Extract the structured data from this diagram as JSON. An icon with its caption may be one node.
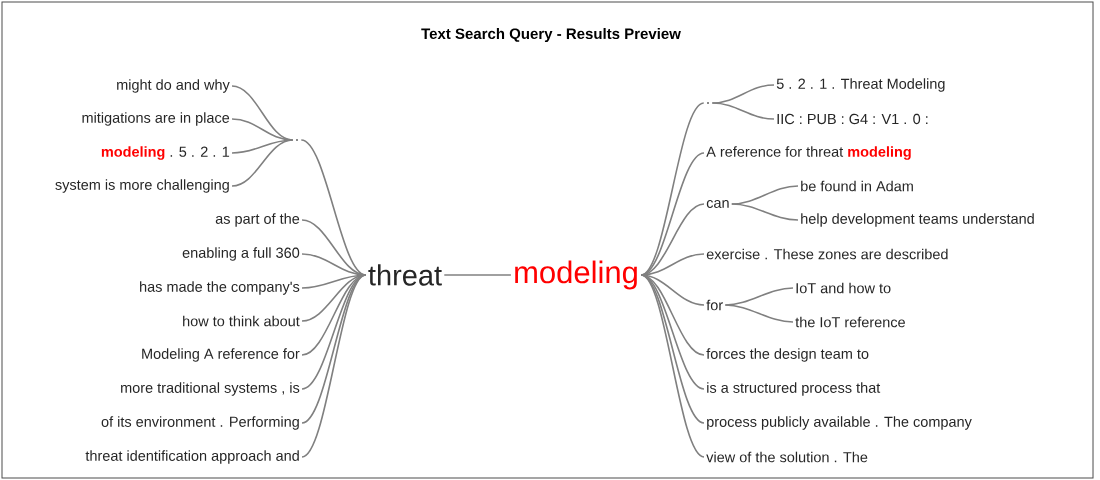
{
  "diagram": {
    "title": "Text Search Query - Results Preview",
    "nodes": [
      {
        "text": [
          "."
        ]
      },
      {
        "text": [
          "might do and why"
        ]
      },
      {
        "text": [
          "mitigations are in place"
        ]
      },
      {
        "text": [
          "**modeling** . 5 . 2 . 1"
        ]
      },
      {
        "text": [
          "system is more challenging"
        ]
      },
      {
        "text": [
          "as part of the"
        ]
      },
      {
        "text": [
          "enabling a full 360"
        ]
      },
      {
        "text": [
          "has made the company's"
        ]
      },
      {
        "text": [
          "how to think about"
        ]
      },
      {
        "text": [
          "Modeling A reference for"
        ]
      },
      {
        "text": [
          "more traditional systems , is"
        ]
      },
      {
        "text": [
          "of its environment . Performing"
        ]
      },
      {
        "text": [
          "threat identification approach and"
        ]
      },
      {
        "text": [
          "threat"
        ]
      },
      {
        "text": [
          "modeling"
        ]
      },
      {
        "text": [
          "."
        ]
      },
      {
        "text": [
          "5 . 2 . 1 . Threat Modeling"
        ]
      },
      {
        "text": [
          "IIC : PUB : G4 : V1 . 0 :"
        ]
      },
      {
        "text": [
          "A reference for threat **modeling**"
        ]
      },
      {
        "text": [
          "can"
        ]
      },
      {
        "text": [
          "be found in Adam"
        ]
      },
      {
        "text": [
          "help development teams understand"
        ]
      },
      {
        "text": [
          "exercise . These zones are described"
        ]
      },
      {
        "text": [
          "for"
        ]
      },
      {
        "text": [
          "IoT and how to"
        ]
      },
      {
        "text": [
          "the IoT reference"
        ]
      },
      {
        "text": [
          "forces the design team to"
        ]
      },
      {
        "text": [
          "is a structured process that"
        ]
      },
      {
        "text": [
          "process publicly available . The company"
        ]
      },
      {
        "text": [
          "view of the solution . The"
        ]
      }
    ],
    "edges": [
      {
        "from": 13,
        "to": 0,
        "arrow": "none"
      },
      {
        "from": 0,
        "to": 1,
        "arrow": "none"
      },
      {
        "from": 0,
        "to": 2,
        "arrow": "none"
      },
      {
        "from": 0,
        "to": 3,
        "arrow": "none"
      },
      {
        "from": 0,
        "to": 4,
        "arrow": "none"
      },
      {
        "from": 13,
        "to": 5,
        "arrow": "none"
      },
      {
        "from": 13,
        "to": 6,
        "arrow": "none"
      },
      {
        "from": 13,
        "to": 7,
        "arrow": "none"
      },
      {
        "from": 13,
        "to": 8,
        "arrow": "none"
      },
      {
        "from": 13,
        "to": 9,
        "arrow": "none"
      },
      {
        "from": 13,
        "to": 10,
        "arrow": "none"
      },
      {
        "from": 13,
        "to": 11,
        "arrow": "none"
      },
      {
        "from": 13,
        "to": 12,
        "arrow": "none"
      },
      {
        "from": 13,
        "to": 14,
        "arrow": "none"
      },
      {
        "from": 14,
        "to": 15,
        "arrow": "none"
      },
      {
        "from": 15,
        "to": 16,
        "arrow": "none"
      },
      {
        "from": 15,
        "to": 17,
        "arrow": "none"
      },
      {
        "from": 14,
        "to": 18,
        "arrow": "none"
      },
      {
        "from": 14,
        "to": 19,
        "arrow": "none"
      },
      {
        "from": 19,
        "to": 20,
        "arrow": "none"
      },
      {
        "from": 19,
        "to": 21,
        "arrow": "none"
      },
      {
        "from": 14,
        "to": 22,
        "arrow": "none"
      },
      {
        "from": 14,
        "to": 23,
        "arrow": "none"
      },
      {
        "from": 23,
        "to": 24,
        "arrow": "none"
      },
      {
        "from": 23,
        "to": 25,
        "arrow": "none"
      },
      {
        "from": 14,
        "to": 26,
        "arrow": "none"
      },
      {
        "from": 14,
        "to": 27,
        "arrow": "none"
      },
      {
        "from": 14,
        "to": 28,
        "arrow": "none"
      },
      {
        "from": 14,
        "to": 29,
        "arrow": "none"
      }
    ]
  }
}
